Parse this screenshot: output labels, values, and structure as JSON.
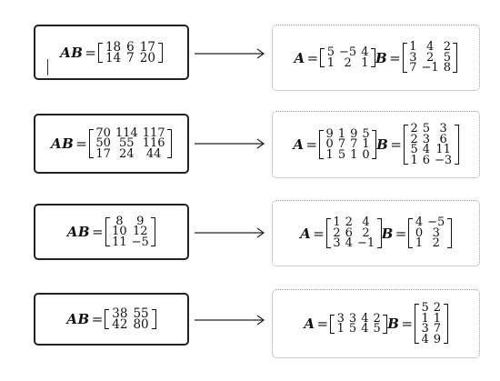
{
  "rows": [
    {
      "product": {
        "label": "AB",
        "eq": "=",
        "matrix": [
          [
            "18",
            "6",
            "17"
          ],
          [
            "14",
            "7",
            "20"
          ]
        ]
      },
      "factors": {
        "a_label": "A",
        "b_label": "B",
        "eq": "=",
        "a": [
          [
            "5",
            "−5",
            "4"
          ],
          [
            "1",
            "2",
            "1"
          ]
        ],
        "b": [
          [
            "1",
            "4",
            "2"
          ],
          [
            "3",
            "2",
            "5"
          ],
          [
            "7",
            "−1",
            "8"
          ]
        ]
      }
    },
    {
      "product": {
        "label": "AB",
        "eq": "=",
        "matrix": [
          [
            "70",
            "114",
            "117"
          ],
          [
            "50",
            "55",
            "116"
          ],
          [
            "17",
            "24",
            "44"
          ]
        ]
      },
      "factors": {
        "a_label": "A",
        "b_label": "B",
        "eq": "=",
        "a": [
          [
            "9",
            "1",
            "9",
            "5"
          ],
          [
            "0",
            "7",
            "7",
            "1"
          ],
          [
            "1",
            "5",
            "1",
            "0"
          ]
        ],
        "b": [
          [
            "2",
            "5",
            "3"
          ],
          [
            "2",
            "3",
            "6"
          ],
          [
            "5",
            "4",
            "11"
          ],
          [
            "1",
            "6",
            "−3"
          ]
        ]
      }
    },
    {
      "product": {
        "label": "AB",
        "eq": "=",
        "matrix": [
          [
            "8",
            "9"
          ],
          [
            "10",
            "12"
          ],
          [
            "11",
            "−5"
          ]
        ]
      },
      "factors": {
        "a_label": "A",
        "b_label": "B",
        "eq": "=",
        "a": [
          [
            "1",
            "2",
            "4"
          ],
          [
            "2",
            "6",
            "2"
          ],
          [
            "3",
            "4",
            "−1"
          ]
        ],
        "b": [
          [
            "4",
            "−5"
          ],
          [
            "0",
            "3"
          ],
          [
            "1",
            "2"
          ]
        ]
      }
    },
    {
      "product": {
        "label": "AB",
        "eq": "=",
        "matrix": [
          [
            "38",
            "55"
          ],
          [
            "42",
            "80"
          ]
        ]
      },
      "factors": {
        "a_label": "A",
        "b_label": "B",
        "eq": "=",
        "a": [
          [
            "3",
            "3",
            "4",
            "2"
          ],
          [
            "1",
            "5",
            "4",
            "5"
          ]
        ],
        "b": [
          [
            "5",
            "2"
          ],
          [
            "1",
            "1"
          ],
          [
            "3",
            "7"
          ],
          [
            "4",
            "9"
          ]
        ]
      }
    }
  ]
}
